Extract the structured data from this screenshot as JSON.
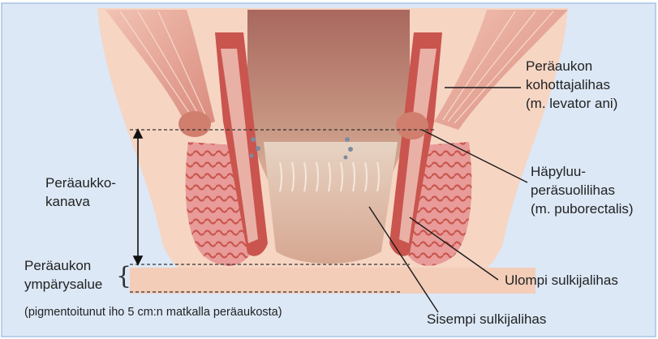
{
  "labels": {
    "levator": [
      "Peräaukon",
      "kohottajalihas",
      "(m. levator ani)"
    ],
    "puborectalis": [
      "Häpyluu-",
      "peräsuolilihas",
      "(m. puborectalis)"
    ],
    "external_sphincter": "Ulompi sulkijalihas",
    "internal_sphincter": "Sisempi sulkijalihas",
    "anal_canal": [
      "Peräaukko-",
      "kanava"
    ],
    "perianal_area": [
      "Peräaukon",
      "ympärysalue"
    ],
    "perianal_note": "(pigmentoitunut iho 5 cm:n matkalla peräaukosta)"
  },
  "colors": {
    "background": "#dce8f6",
    "skin": "#f5d3bf",
    "muscle_red": "#c9554e",
    "muscle_pink": "#e8a1a0",
    "rectum": "#b8786c",
    "mucosa": "#e9d3c4",
    "leader_line": "#1a1a1a"
  }
}
